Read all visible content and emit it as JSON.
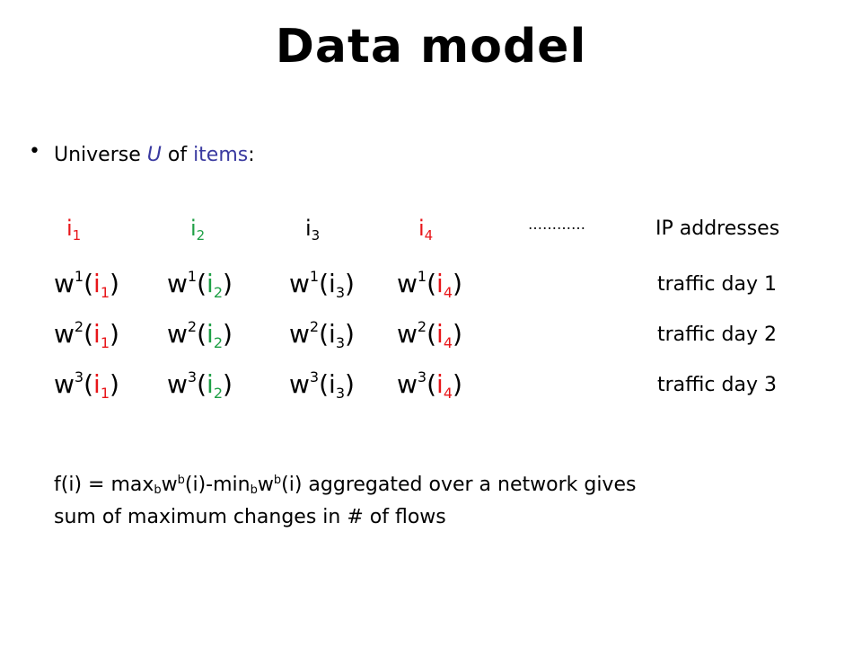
{
  "title": "Data model",
  "bullet": {
    "symbol": "•",
    "prefix": "Universe ",
    "universe_symbol": "U",
    "middle": " of ",
    "items_word": "items",
    "suffix": ":"
  },
  "items": [
    {
      "base": "i",
      "sub": "1",
      "color": "#e8161a"
    },
    {
      "base": "i",
      "sub": "2",
      "color": "#1fa046"
    },
    {
      "base": "i",
      "sub": "3",
      "color": "#000000"
    },
    {
      "base": "i",
      "sub": "4",
      "color": "#e8161a"
    }
  ],
  "ellipsis": "…………",
  "row_labels": {
    "header": "IP addresses",
    "day1": "traffic day 1",
    "day2": "traffic day 2",
    "day3": "traffic day 3"
  },
  "weights": {
    "letter": "w",
    "days": [
      "1",
      "2",
      "3"
    ]
  },
  "formula": {
    "line1_a": "f(i) = max",
    "sub_b": "b",
    "w": "w",
    "sup_b": "b",
    "mid": "(i)-min",
    "end1": "(i) aggregated over a network gives",
    "line2": "sum of maximum changes in # of flows"
  },
  "colors": {
    "red": "#e8161a",
    "green": "#1fa046",
    "blue": "#3a3aa0",
    "black": "#000000"
  }
}
